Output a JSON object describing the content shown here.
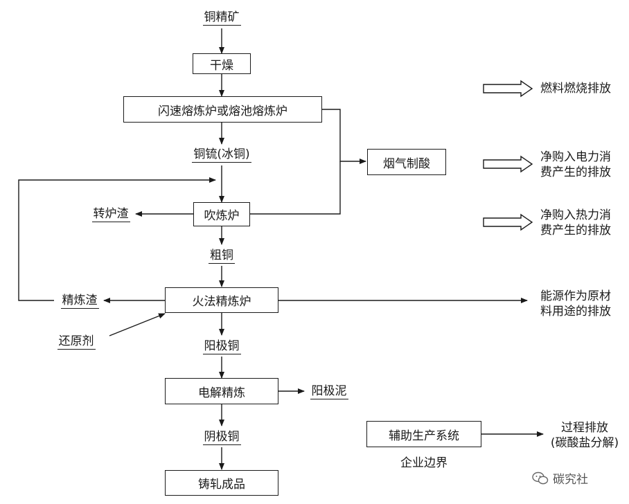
{
  "nodes": {
    "copper_concentrate": "铜精矿",
    "drying": "干燥",
    "flash_smelting": "闪速熔炼炉或熔池熔炼炉",
    "copper_matte": "铜锍(冰铜)",
    "acid_plant": "烟气制酸",
    "converter": "吹炼炉",
    "converter_slag": "转炉渣",
    "blister_copper": "粗铜",
    "fire_refining": "火法精炼炉",
    "refining_slag": "精炼渣",
    "reductant": "还原剂",
    "anode_copper": "阳极铜",
    "electrolytic_refining": "电解精炼",
    "anode_slime": "阳极泥",
    "cathode_copper": "阴极铜",
    "casting_rolling": "铸轧成品",
    "auxiliary_system": "辅助生产系统",
    "process_emission_line1": "过程排放",
    "process_emission_line2": "(碳酸盐分解)",
    "enterprise_boundary": "企业边界",
    "energy_raw_material_line1": "能源作为原材",
    "energy_raw_material_line2": "料用途的排放"
  },
  "legend": {
    "fuel_combustion": "燃料燃烧排放",
    "electricity_line1": "净购入电力消",
    "electricity_line2": "费产生的排放",
    "heat_line1": "净购入热力消",
    "heat_line2": "费产生的排放"
  },
  "watermark": {
    "text": "碳究社",
    "icon": "wechat-icon"
  },
  "colors": {
    "ink": "#1a1a1a"
  }
}
